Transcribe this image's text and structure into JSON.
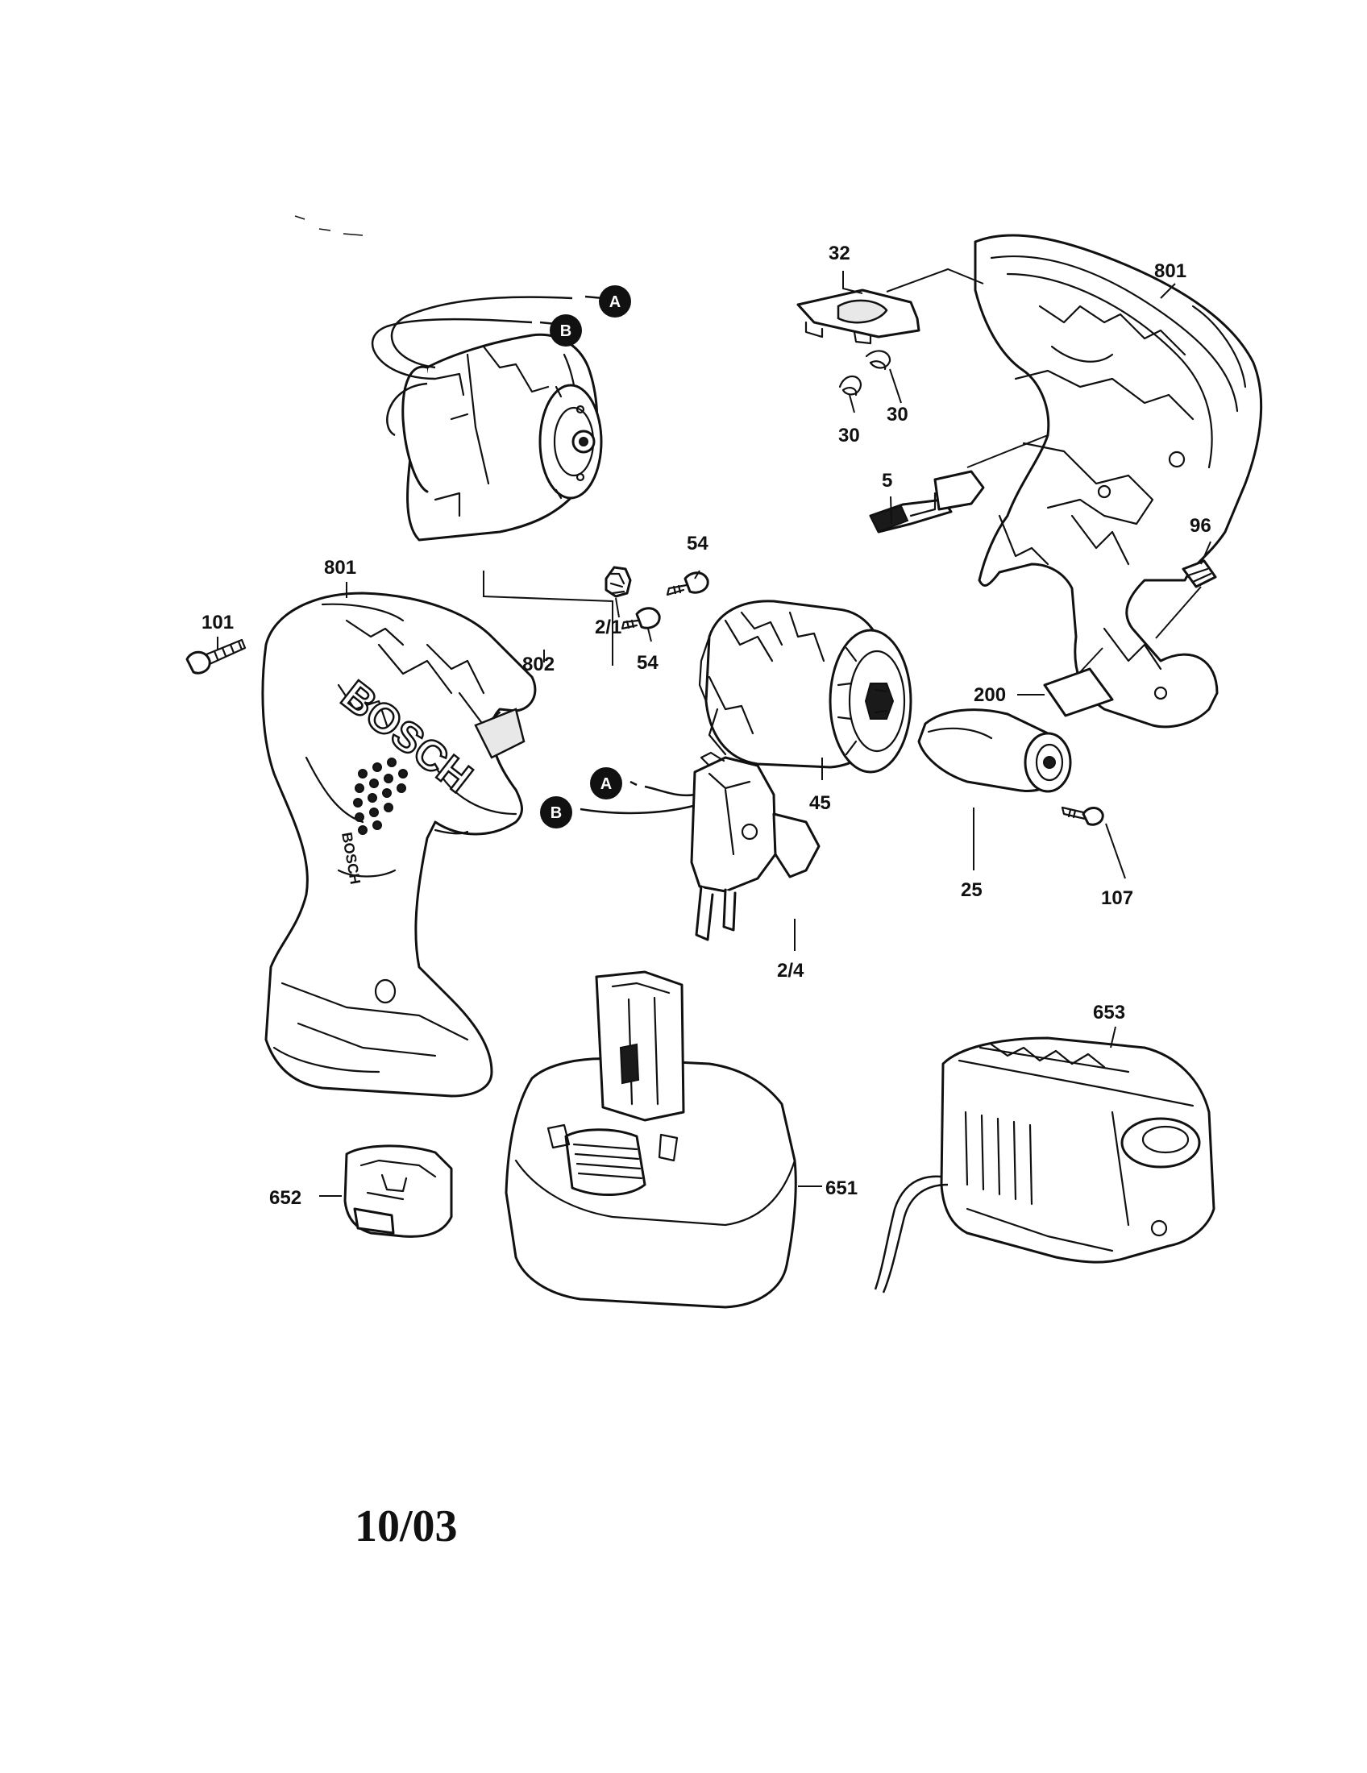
{
  "brand": "BOSCH",
  "brand_handle": "BOSCH",
  "date_code": "10/03",
  "connectors": {
    "a": "A",
    "b": "B"
  },
  "callouts": {
    "c32": "32",
    "c801_top": "801",
    "c30_right": "30",
    "c30_left": "30",
    "c5": "5",
    "c96": "96",
    "c200": "200",
    "c54_top": "54",
    "c54_bottom": "54",
    "c2_1": "2/1",
    "c802": "802",
    "c801_left": "801",
    "c101": "101",
    "c45": "45",
    "c25": "25",
    "c107": "107",
    "c2_4": "2/4",
    "c653": "653",
    "c651": "651",
    "c652": "652"
  }
}
